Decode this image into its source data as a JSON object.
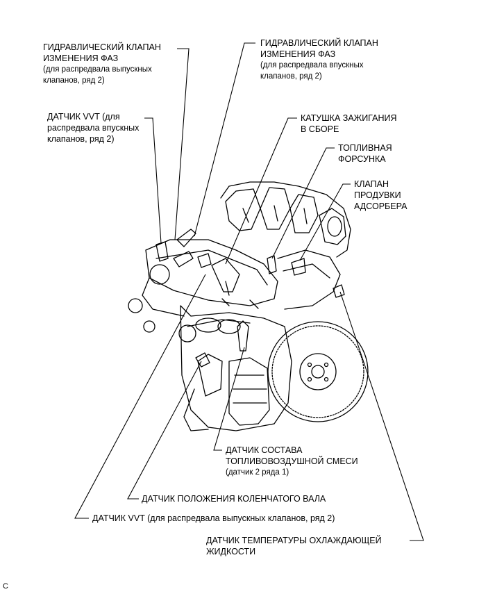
{
  "labels": {
    "hyd_exhaust": {
      "line1": "ГИДРАВЛИЧЕСКИЙ КЛАПАН",
      "line2": "ИЗМЕНЕНИЯ ФАЗ",
      "line3": "(для распредвала выпускных",
      "line4": "клапанов, ряд 2)"
    },
    "hyd_intake": {
      "line1": "ГИДРАВЛИЧЕСКИЙ КЛАПАН",
      "line2": "ИЗМЕНЕНИЯ ФАЗ",
      "line3": "(для распредвала впускных",
      "line4": "клапанов, ряд 2)"
    },
    "vvt_intake": {
      "line1": "ДАТЧИК VVT (для",
      "line2": "распредвала впускных",
      "line3": "клапанов, ряд 2)"
    },
    "ignition_coil": {
      "line1": "КАТУШКА ЗАЖИГАНИЯ",
      "line2": "В СБОРЕ"
    },
    "fuel_injector": {
      "line1": "ТОПЛИВНАЯ",
      "line2": "ФОРСУНКА"
    },
    "purge_valve": {
      "line1": "КЛАПАН",
      "line2": "ПРОДУВКИ",
      "line3": "АДСОРБЕРА"
    },
    "af_sensor": {
      "line1": "ДАТЧИК СОСТАВА",
      "line2": "ТОПЛИВОВОЗДУШНОЙ СМЕСИ",
      "line3": "(датчик 2 ряда 1)"
    },
    "crank_sensor": {
      "line1": "ДАТЧИК ПОЛОЖЕНИЯ КОЛЕНЧАТОГО ВАЛА"
    },
    "vvt_exhaust": {
      "line1": "ДАТЧИК VVT (для распредвала выпускных клапанов, ряд 2)"
    },
    "coolant_temp": {
      "line1": "ДАТЧИК ТЕМПЕРАТУРЫ ОХЛАЖДАЮЩЕЙ",
      "line2": "ЖИДКОСТИ"
    }
  },
  "corner_mark": "C"
}
